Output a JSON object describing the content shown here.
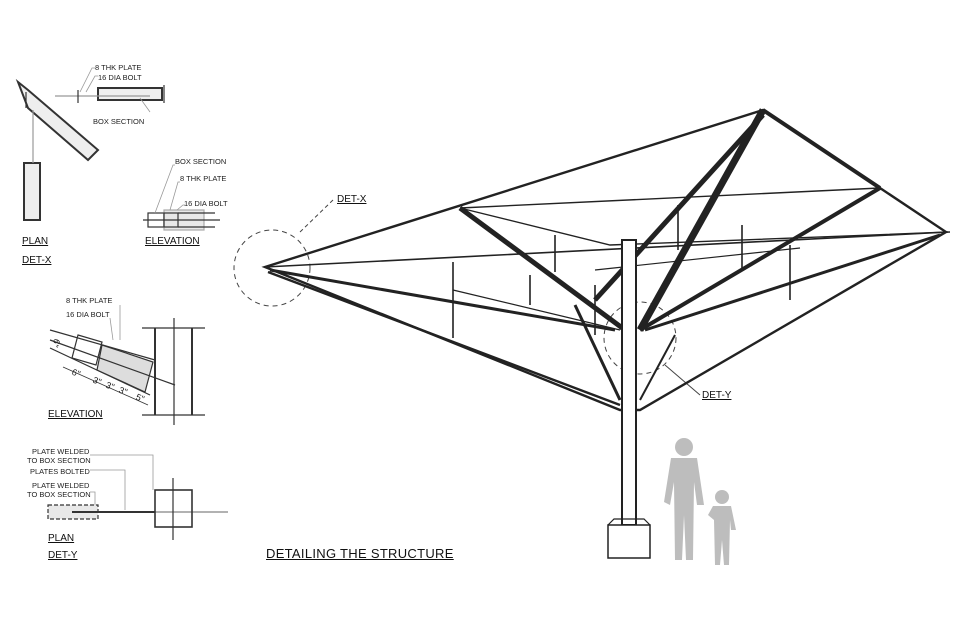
{
  "title": "DETAILING THE STRUCTURE",
  "det_x": {
    "plan": {
      "labels": [
        "8 THK PLATE",
        "16 DIA BOLT",
        "BOX SECTION"
      ],
      "view_title": "PLAN",
      "detail_name": "DET-X"
    },
    "elevation": {
      "labels": [
        "BOX SECTION",
        "8 THK PLATE",
        "16 DIA BOLT"
      ],
      "view_title": "ELEVATION"
    }
  },
  "det_y": {
    "elevation": {
      "labels": [
        "8 THK PLATE",
        "16 DIA BOLT"
      ],
      "dimensions": [
        "6\"",
        "3\"",
        "3\"",
        "3\"",
        "5\"",
        "6\""
      ],
      "view_title": "ELEVATION"
    },
    "plan": {
      "labels": [
        "PLATE WELDED",
        "TO BOX SECTION",
        "PLATES BOLTED",
        "PLATE WELDED",
        "TO BOX SECTION"
      ],
      "view_title": "PLAN",
      "detail_name": "DET-Y"
    }
  },
  "callouts": {
    "det_x": "DET-X",
    "det_y": "DET-Y"
  }
}
